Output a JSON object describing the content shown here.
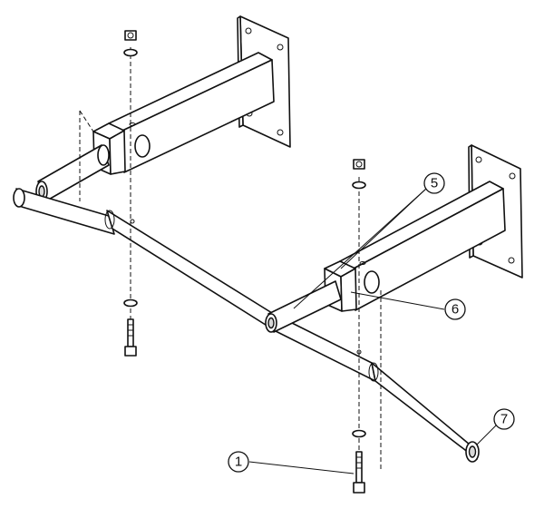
{
  "callouts": [
    {
      "id": "callout-1",
      "label": "1"
    },
    {
      "id": "callout-5",
      "label": "5"
    },
    {
      "id": "callout-6",
      "label": "6"
    },
    {
      "id": "callout-7",
      "label": "7"
    }
  ]
}
